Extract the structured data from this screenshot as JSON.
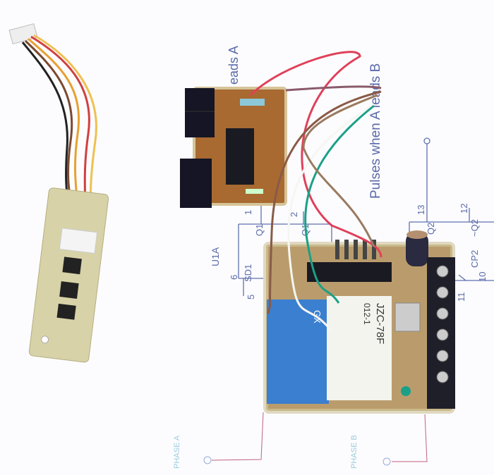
{
  "schematic": {
    "label_top_left": "eads A",
    "label_top_right": "Pulses when A leads B",
    "part_name": "U1A",
    "pins": {
      "sd1": "SD1",
      "q1a": "Q1",
      "q1b": "Q1",
      "q2a": "Q2",
      "q2b": "~Q2",
      "cp2": "CP2"
    },
    "pin_numbers": [
      "1",
      "2",
      "13",
      "12",
      "6",
      "5",
      "11",
      "10"
    ],
    "phase_a": "PHASE A",
    "phase_b": "PHASE B"
  },
  "relay_blue": {
    "marking": "GX"
  },
  "relay_white": {
    "model": "JZC-78F",
    "code": "012-1"
  },
  "colors": {
    "pcb": "#c9b98a",
    "pcb_dark": "#7a4e22",
    "relay_blue": "#3a7fd0",
    "schematic_blue": "#5a6aa8",
    "wire_red": "#e0405a",
    "wire_brown": "#8a5a48",
    "wire_green": "#1aa088"
  }
}
